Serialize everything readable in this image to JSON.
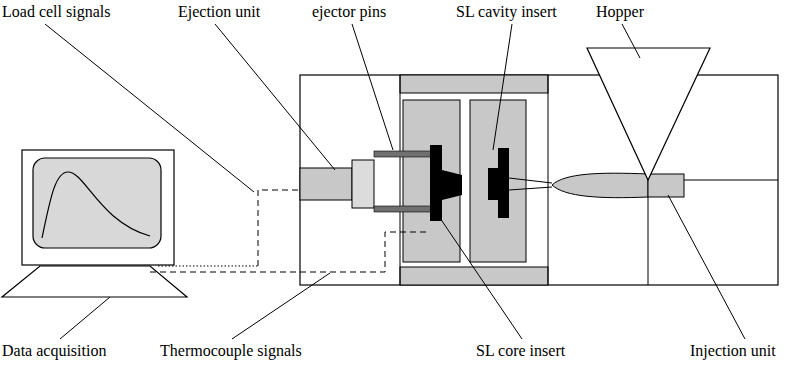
{
  "diagram": {
    "labels": [
      "Load cell signals",
      "Ejection unit",
      "ejector pins",
      "SL cavity insert",
      "Hopper",
      "Data acquisition",
      "Thermocouple signals",
      "SL core insert",
      "Injection unit"
    ]
  }
}
